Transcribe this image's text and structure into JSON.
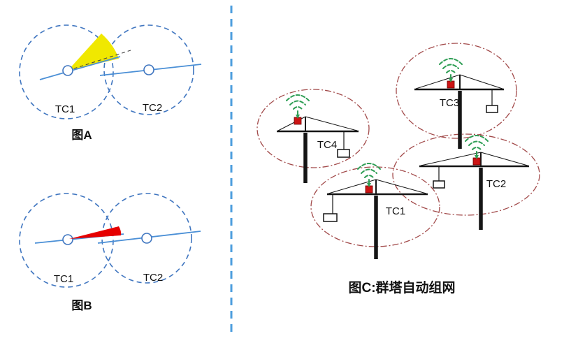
{
  "colors": {
    "divider": "#4d9ede",
    "circle_blue": "#4076c0",
    "jib_blue": "#4a8fd6",
    "crane_black": "#151515"
  },
  "figureA": {
    "tc1_label": "TC1",
    "tc2_label": "TC2",
    "caption": "图A",
    "sector_color": "#f0e800"
  },
  "figureB": {
    "tc1_label": "TC1",
    "tc2_label": "TC2",
    "caption": "图B",
    "sector_color": "#e60000"
  },
  "figureC": {
    "caption": "图C:群塔自动组网",
    "wifi_color": "#2f9e55",
    "ellipse_color": "#a24a4a",
    "beacon_color": "#cc1414",
    "cranes": [
      {
        "label": "TC4"
      },
      {
        "label": "TC3"
      },
      {
        "label": "TC2"
      },
      {
        "label": "TC1"
      }
    ]
  }
}
